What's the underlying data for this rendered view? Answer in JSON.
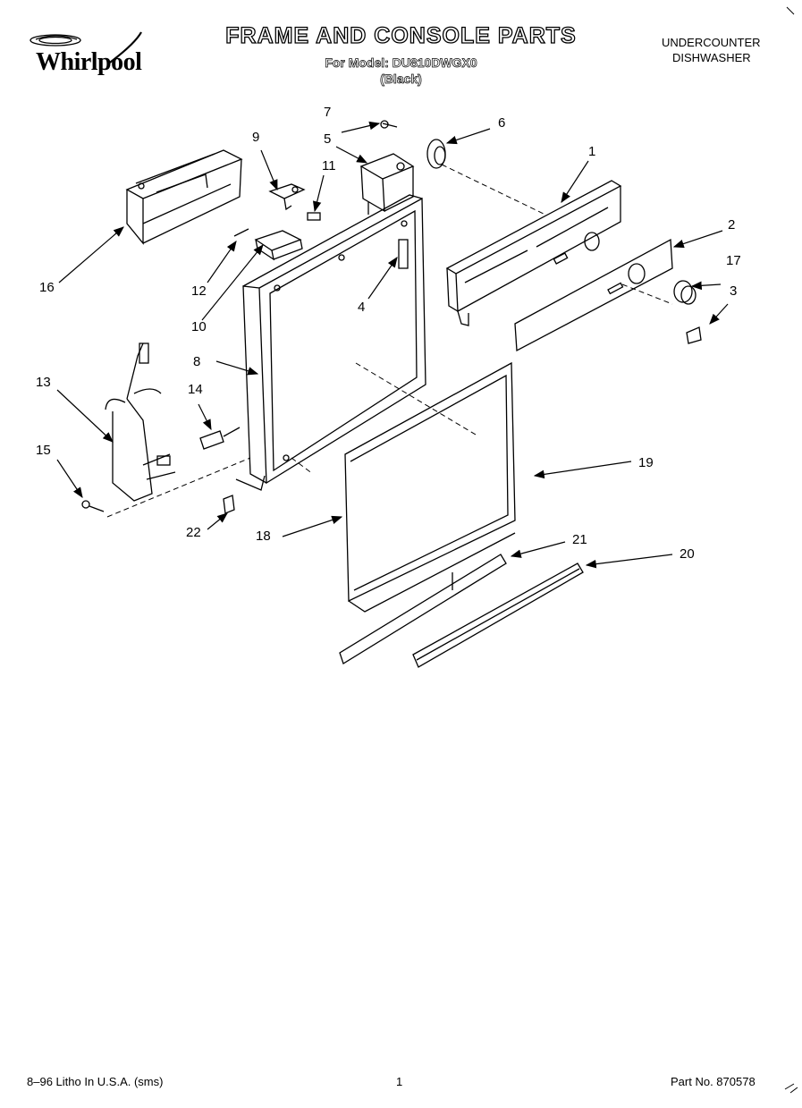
{
  "brand": {
    "name": "Whirlpool"
  },
  "header": {
    "title": "FRAME AND CONSOLE PARTS",
    "model_line": "For Model: DU810DWGX0",
    "color_line": "(Black)",
    "product_line1": "UNDERCOUNTER",
    "product_line2": "DISHWASHER"
  },
  "callouts": {
    "c1": "1",
    "c2": "2",
    "c3": "3",
    "c4": "4",
    "c5": "5",
    "c6": "6",
    "c7": "7",
    "c8": "8",
    "c9": "9",
    "c10": "10",
    "c11": "11",
    "c12": "12",
    "c13": "13",
    "c14": "14",
    "c15": "15",
    "c16": "16",
    "c17": "17",
    "c18": "18",
    "c19": "19",
    "c20": "20",
    "c21": "21",
    "c22": "22"
  },
  "footer": {
    "left": "8–96 Litho In U.S.A. (sms)",
    "page": "1",
    "part_no": "Part No. 870578"
  }
}
